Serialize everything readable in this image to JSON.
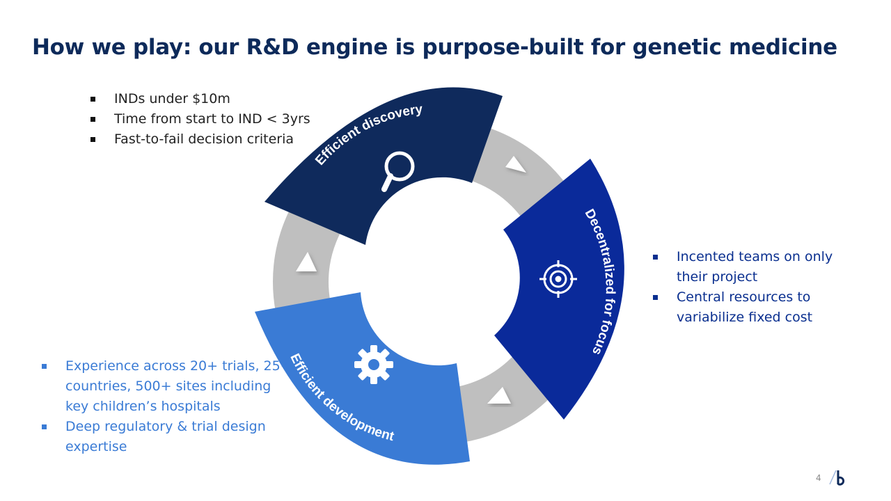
{
  "title": "How we play: our R&D engine is purpose-built for genetic medicine",
  "segments": {
    "discovery": {
      "label": "Efficient discovery",
      "icon": "magnifier-icon",
      "color": "#0f2a5c"
    },
    "focus": {
      "label": "Decentralized for focus",
      "icon": "target-icon",
      "color": "#0a2a9a"
    },
    "development": {
      "label": "Efficient development",
      "icon": "gear-icon",
      "color": "#3a7bd5"
    }
  },
  "bullets": {
    "discovery": [
      "INDs under $10m",
      "Time from start to IND < 3yrs",
      "Fast-to-fail decision criteria"
    ],
    "focus": [
      "Incented teams on only their project",
      "Central resources to variabilize fixed cost"
    ],
    "development": [
      "Experience across 20+ trials, 25+ countries, 500+ sites including key children’s hospitals",
      "Deep regulatory & trial design expertise"
    ]
  },
  "footer": {
    "page_number": "4",
    "logo_icon": "brand-logo-icon",
    "brand_color": "#0d2a5a"
  },
  "ring_color": "#bfbfbf"
}
